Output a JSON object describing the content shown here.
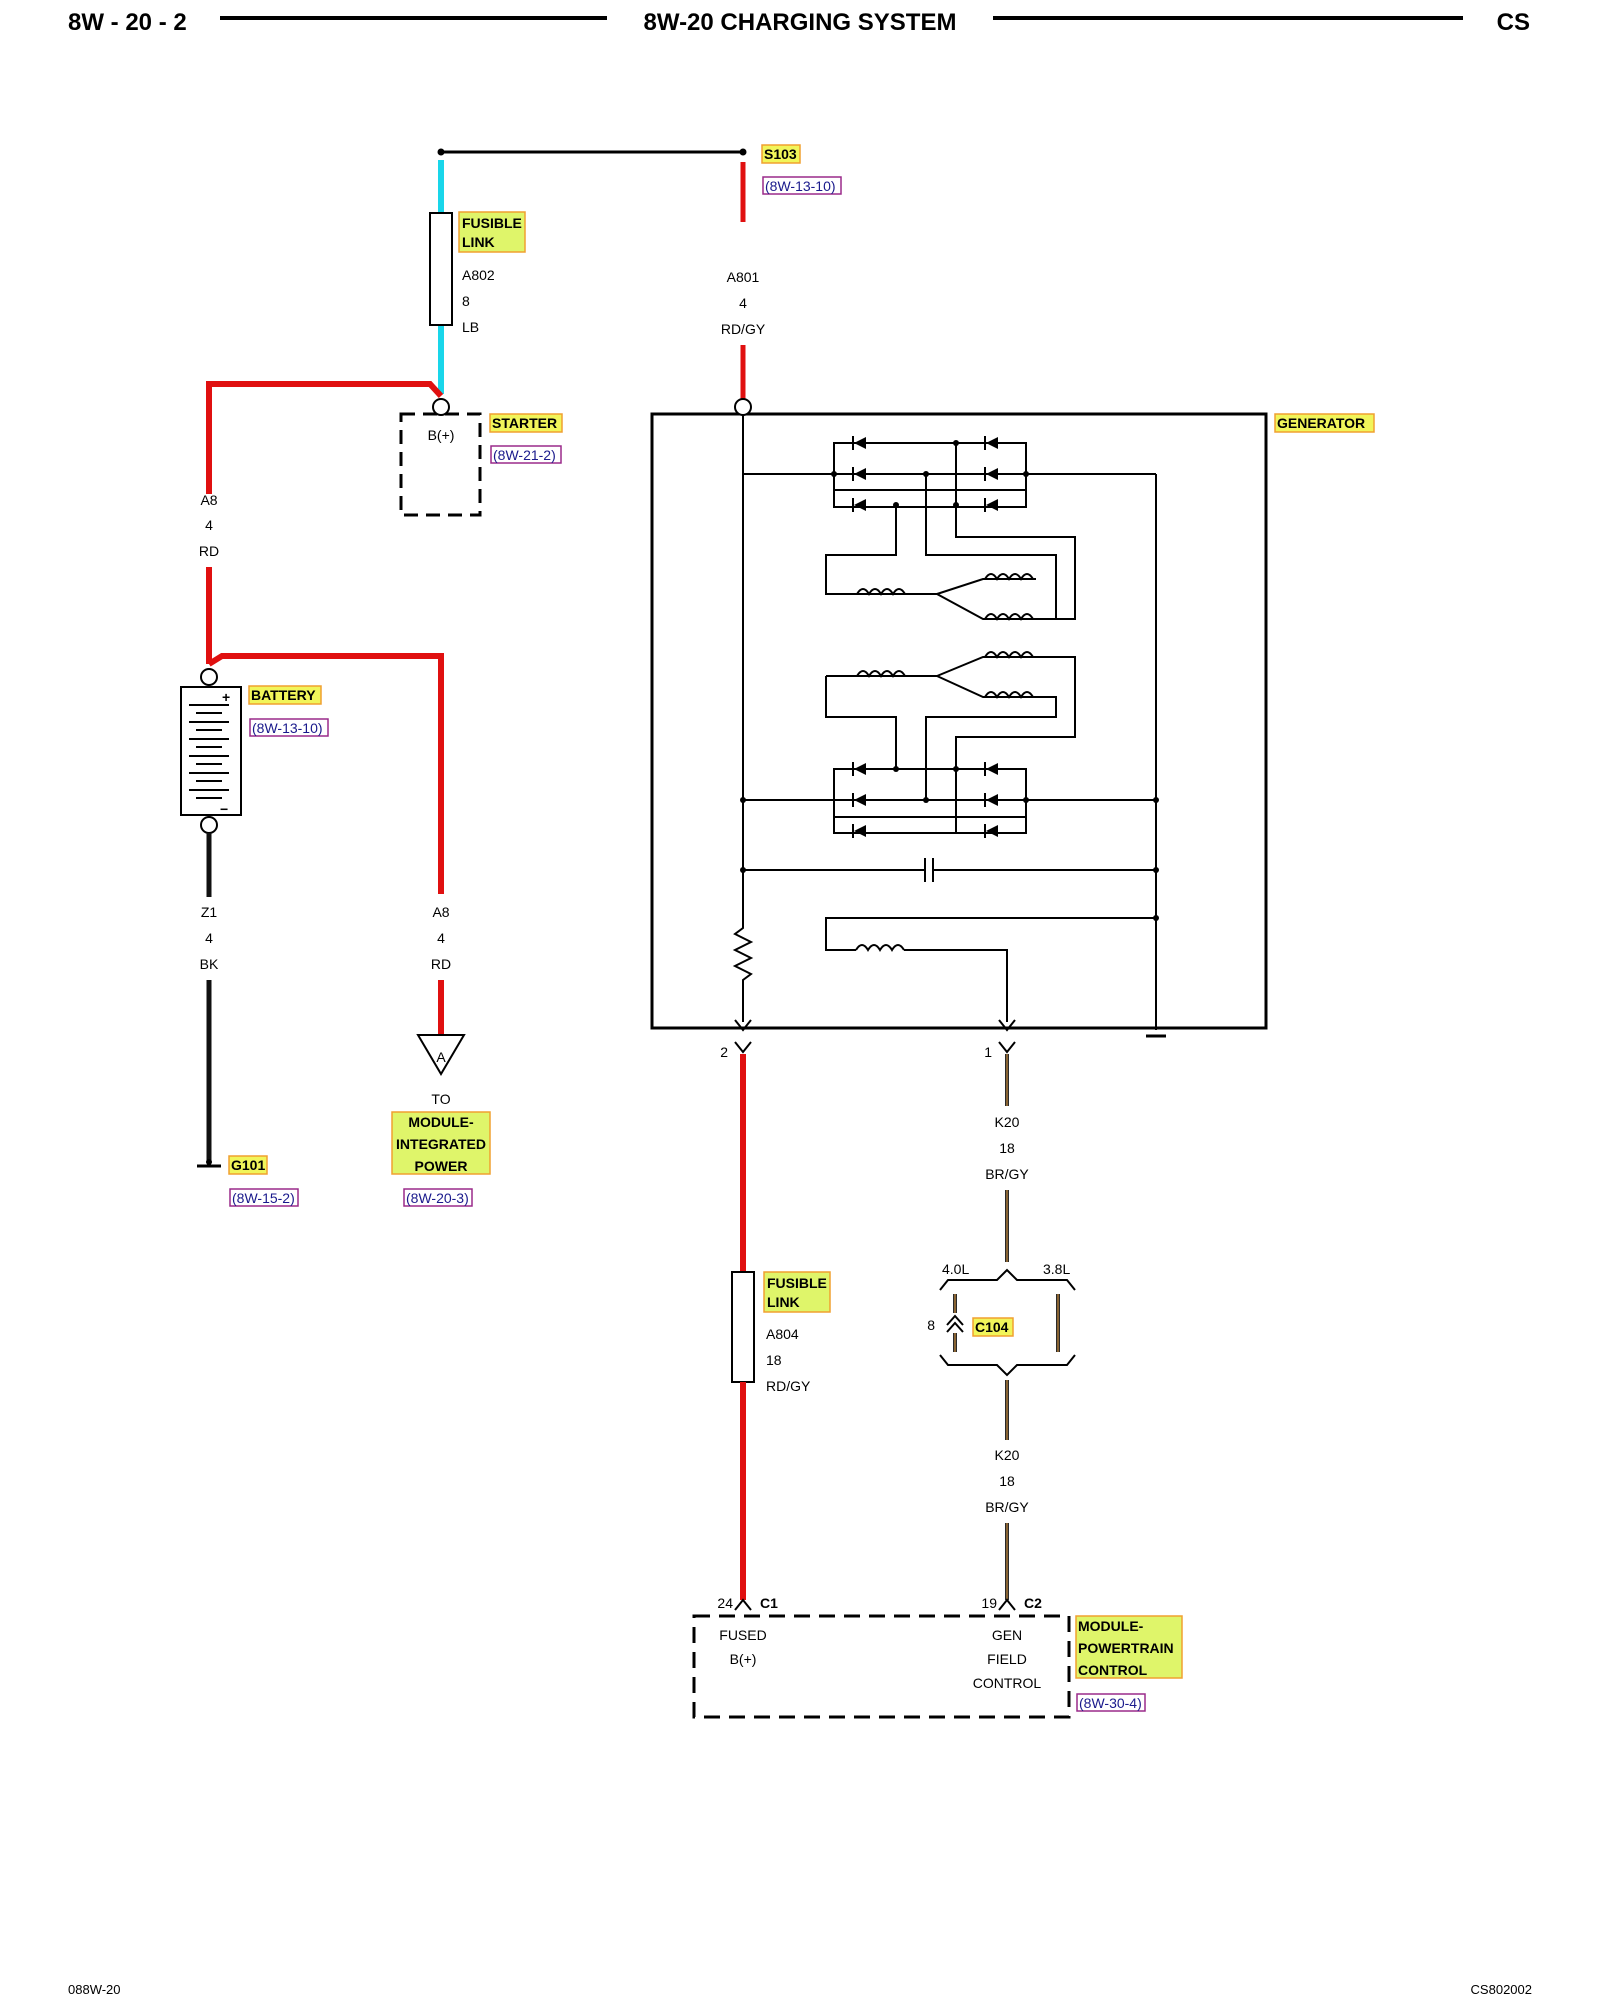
{
  "header": {
    "page": "8W - 20 - 2",
    "title": "8W-20 CHARGING SYSTEM",
    "code": "CS"
  },
  "footer": {
    "left": "088W-20",
    "right": "CS802002"
  },
  "colors": {
    "red": "#e01010",
    "cyan": "#19d6ea",
    "black": "#111111",
    "brgy": "#2a2a2a",
    "tag_green": "#dff56a",
    "tag_orange": "#f0a030",
    "tag_yellow": "#f1f55a",
    "ref_purple": "#9a2a8a"
  },
  "splice": {
    "id": "S103",
    "ref": "(8W-13-10)"
  },
  "fusible_link_1": {
    "line1": "FUSIBLE",
    "line2": "LINK",
    "circuit": "A802",
    "gauge": "8",
    "color": "LB"
  },
  "wire_a801": {
    "circuit": "A801",
    "gauge": "4",
    "color": "RD/GY"
  },
  "starter": {
    "name": "STARTER",
    "pin": "B(+)",
    "ref": "(8W-21-2)"
  },
  "generator": {
    "name": "GENERATOR",
    "pin_left": "2",
    "pin_right": "1"
  },
  "wire_a8_top": {
    "circuit": "A8",
    "gauge": "4",
    "color": "RD"
  },
  "battery": {
    "name": "BATTERY",
    "ref": "(8W-13-10)",
    "plus": "+",
    "minus": "−"
  },
  "wire_z1": {
    "circuit": "Z1",
    "gauge": "4",
    "color": "BK"
  },
  "wire_a8_bottom": {
    "circuit": "A8",
    "gauge": "4",
    "color": "RD"
  },
  "connector_a": {
    "letter": "A",
    "to": "TO"
  },
  "module_ipm": {
    "line1": "MODULE-",
    "line2": "INTEGRATED",
    "line3": "POWER",
    "ref": "(8W-20-3)"
  },
  "ground": {
    "id": "G101",
    "ref": "(8W-15-2)"
  },
  "wire_k20_top": {
    "circuit": "K20",
    "gauge": "18",
    "color": "BR/GY"
  },
  "c104": {
    "id": "C104",
    "pin": "8",
    "left_label": "4.0L",
    "right_label": "3.8L"
  },
  "wire_k20_bottom": {
    "circuit": "K20",
    "gauge": "18",
    "color": "BR/GY"
  },
  "fusible_link_2": {
    "line1": "FUSIBLE",
    "line2": "LINK",
    "circuit": "A804",
    "gauge": "18",
    "color": "RD/GY"
  },
  "pcm": {
    "line1": "MODULE-",
    "line2": "POWERTRAIN",
    "line3": "CONTROL",
    "ref": "(8W-30-4)",
    "pin_left": "24",
    "conn_left": "C1",
    "pin_right": "19",
    "conn_right": "C2",
    "fused_1": "FUSED",
    "fused_2": "B(+)",
    "gen_1": "GEN",
    "gen_2": "FIELD",
    "gen_3": "CONTROL"
  }
}
